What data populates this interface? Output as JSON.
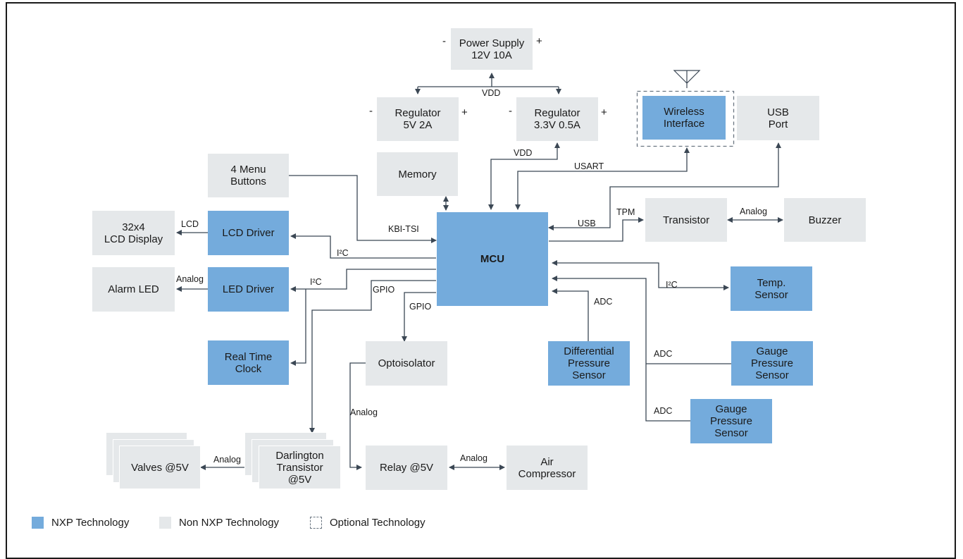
{
  "colors": {
    "nxp": "#74abdc",
    "non_nxp": "#e5e8ea",
    "line": "#3b4754"
  },
  "blocks": {
    "power_supply": "Power Supply\n12V 10A",
    "regulator_5v": "Regulator\n5V 2A",
    "regulator_3v3": "Regulator\n3.3V 0.5A",
    "wireless": "Wireless\nInterface",
    "usb_port": "USB\nPort",
    "menu_buttons": "4 Menu\nButtons",
    "memory": "Memory",
    "lcd_display": "32x4\nLCD Display",
    "lcd_driver": "LCD Driver",
    "mcu": "MCU",
    "transistor": "Transistor",
    "buzzer": "Buzzer",
    "alarm_led": "Alarm LED",
    "led_driver": "LED Driver",
    "temp_sensor": "Temp.\nSensor",
    "rtc": "Real Time\nClock",
    "optoisolator": "Optoisolator",
    "diff_pressure": "Differential\nPressure\nSensor",
    "gauge_pressure_1": "Gauge\nPressure\nSensor",
    "gauge_pressure_2": "Gauge\nPressure\nSensor",
    "valves": "Valves @5V",
    "darlington": "Darlington\nTransistor\n@5V",
    "relay": "Relay @5V",
    "air_compressor": "Air\nCompressor"
  },
  "signs": {
    "minus": "-",
    "plus": "+"
  },
  "labels": {
    "vdd_top": "VDD",
    "vdd_mcu": "VDD",
    "usart": "USART",
    "kbi_tsi": "KBI-TSI",
    "lcd": "LCD",
    "i2c_lcd": "I²C",
    "usb": "USB",
    "tpm": "TPM",
    "analog_buzzer": "Analog",
    "analog_led": "Analog",
    "i2c_led": "I²C",
    "gpio_1": "GPIO",
    "gpio_2": "GPIO",
    "i2c_temp": "I²C",
    "adc_diff": "ADC",
    "adc_gauge1": "ADC",
    "adc_gauge2": "ADC",
    "analog_opto": "Analog",
    "analog_valves": "Analog",
    "analog_relay": "Analog"
  },
  "legend": {
    "nxp": "NXP Technology",
    "non_nxp": "Non NXP Technology",
    "optional": "Optional Technology"
  }
}
